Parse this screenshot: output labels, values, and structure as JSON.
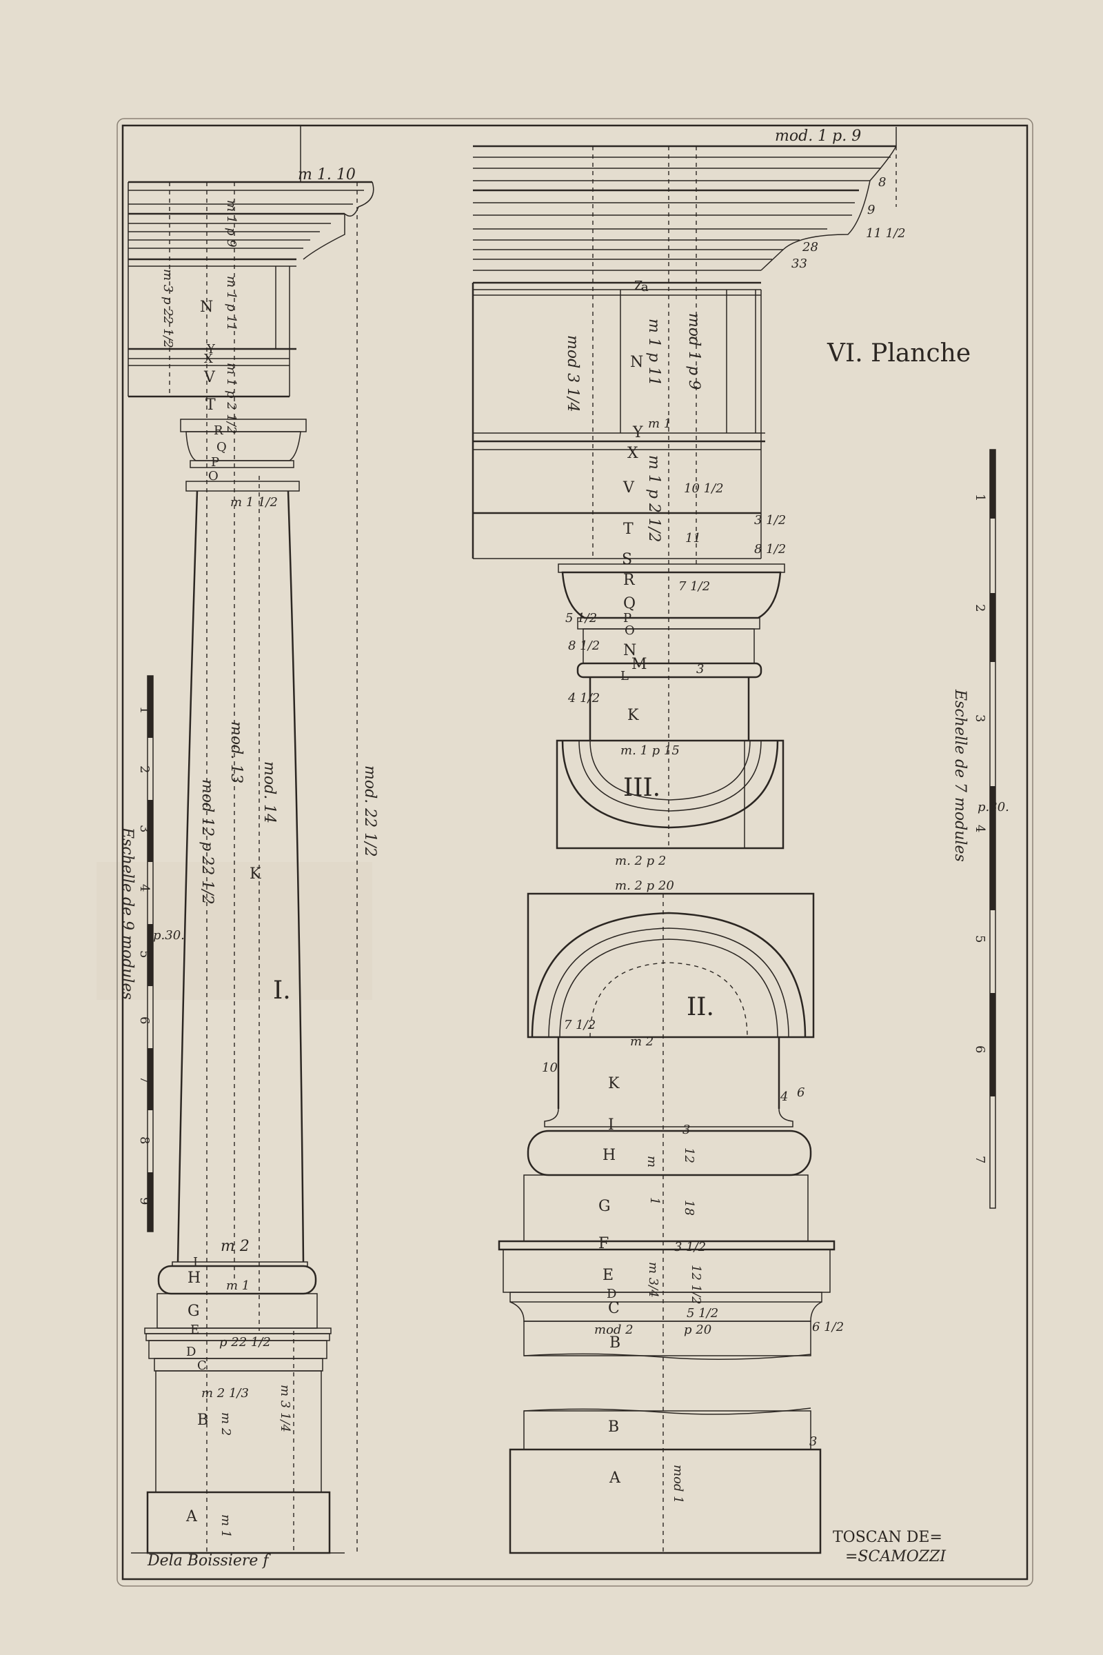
{
  "plate": {
    "title": "VI. Planche",
    "signature": "Dela Boissiere f",
    "caption_line1": "TOSCAN DE=",
    "caption_line2": "=SCAMOZZI"
  },
  "figure1": {
    "numeral": "I.",
    "dims": {
      "top": "m 1. 10",
      "h1": "m 1 p 9",
      "h2": "m 1 p 11",
      "h3": "m 3 p 22 1/2",
      "h4": "m 1 p 2 1/2",
      "neck": "m 1 1/2",
      "shaft1": "mod. 13",
      "shaft2": "mod. 14",
      "shaft3": "mod 12 p 22 1/2",
      "total": "mod. 22 1/2",
      "base1": "m 2",
      "base2": "m 1",
      "base3": "p 22 1/2",
      "base4": "m 2 1/3",
      "base5": "m 2",
      "base6": "m 3 1/4",
      "base7": "m 1"
    },
    "letters": [
      "I",
      "H",
      "G",
      "E",
      "D",
      "C",
      "B",
      "A",
      "N",
      "V",
      "T",
      "R",
      "Q",
      "P",
      "O",
      "K",
      "X",
      "Y"
    ]
  },
  "scale_left": {
    "label": "Eschelle de 9 modules",
    "p": "p.30.",
    "ticks": [
      "1",
      "2",
      "3",
      "4",
      "5",
      "6",
      "7",
      "8",
      "9"
    ]
  },
  "scale_right": {
    "label": "Eschelle de 7 modules",
    "p": "p.30.",
    "ticks": [
      "1",
      "2",
      "3",
      "4",
      "5",
      "6",
      "7"
    ]
  },
  "figure_top": {
    "dims": {
      "top": "mod. 1 p. 9",
      "side1": "mod 3 1/4",
      "mid1": "m 1 p 11",
      "mid2": "mod 1 p 9",
      "mid3": "m 1 p 2 1/2",
      "mid4": "m 1",
      "n1": "8",
      "n2": "9",
      "n3": "28",
      "n4": "33",
      "n5": "11 1/2",
      "n6": "8 1/2",
      "n7": "3 1/2",
      "n8": "7 1/2",
      "n9": "5 1/2",
      "n10": "8 1/2",
      "n11": "4 1/2",
      "n12": "3",
      "n13": "11",
      "n14": "10 1/2"
    },
    "letters": [
      "N",
      "Y",
      "X",
      "V",
      "T",
      "S",
      "R",
      "Q",
      "P",
      "O",
      "N",
      "M",
      "L",
      "K",
      "Z",
      "a"
    ]
  },
  "figure3": {
    "numeral": "III.",
    "dims": {
      "d1": "m. 1 p 15",
      "d2": "m. 2 p 2",
      "d3": "m. 2 p 20"
    }
  },
  "figure2": {
    "numeral": "II.",
    "dims": {
      "d1": "m 2",
      "d2": "7 1/2",
      "d3": "10",
      "d4": "4",
      "d5": "6",
      "d6": "3",
      "d7": "12",
      "d8": "m",
      "d9": "1",
      "d10": "18",
      "d11": "3 1/2",
      "d12": "12 1/2",
      "d13": "m 3/4",
      "d14": "5 1/2",
      "d15": "mod 2",
      "d16": "p 20",
      "d17": "6 1/2",
      "d18": "3",
      "d19": "mod 1"
    },
    "letters": [
      "K",
      "I",
      "H",
      "G",
      "F",
      "E",
      "D",
      "C",
      "B",
      "B",
      "A"
    ]
  }
}
